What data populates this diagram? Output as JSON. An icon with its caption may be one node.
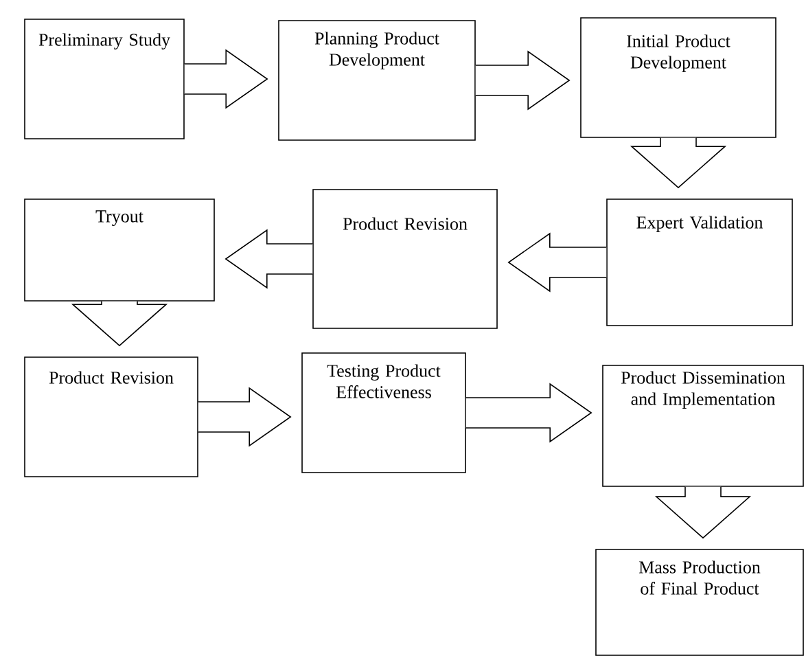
{
  "diagram": {
    "nodes": [
      {
        "text": [
          "Preliminary Study"
        ]
      },
      {
        "text": [
          "Planning Product Development"
        ]
      },
      {
        "text": [
          "Initial Product Development"
        ]
      },
      {
        "text": [
          "Expert Validation"
        ]
      },
      {
        "text": [
          "Product Revision"
        ]
      },
      {
        "text": [
          "Tryout"
        ]
      },
      {
        "text": [
          "Product Revision"
        ]
      },
      {
        "text": [
          "Testing Product Effectiveness"
        ]
      },
      {
        "text": [
          "Product Dissemination and Implementation"
        ]
      },
      {
        "text": [
          "Mass Production of Final Product"
        ]
      }
    ],
    "edges": [
      {
        "from": 0,
        "to": 1,
        "arrow": "to"
      },
      {
        "from": 1,
        "to": 2,
        "arrow": "to"
      },
      {
        "from": 2,
        "to": 3,
        "arrow": "to"
      },
      {
        "from": 3,
        "to": 4,
        "arrow": "to"
      },
      {
        "from": 4,
        "to": 5,
        "arrow": "to"
      },
      {
        "from": 5,
        "to": 6,
        "arrow": "to"
      },
      {
        "from": 6,
        "to": 7,
        "arrow": "to"
      },
      {
        "from": 7,
        "to": 8,
        "arrow": "to"
      },
      {
        "from": 8,
        "to": 9,
        "arrow": "to"
      }
    ]
  }
}
